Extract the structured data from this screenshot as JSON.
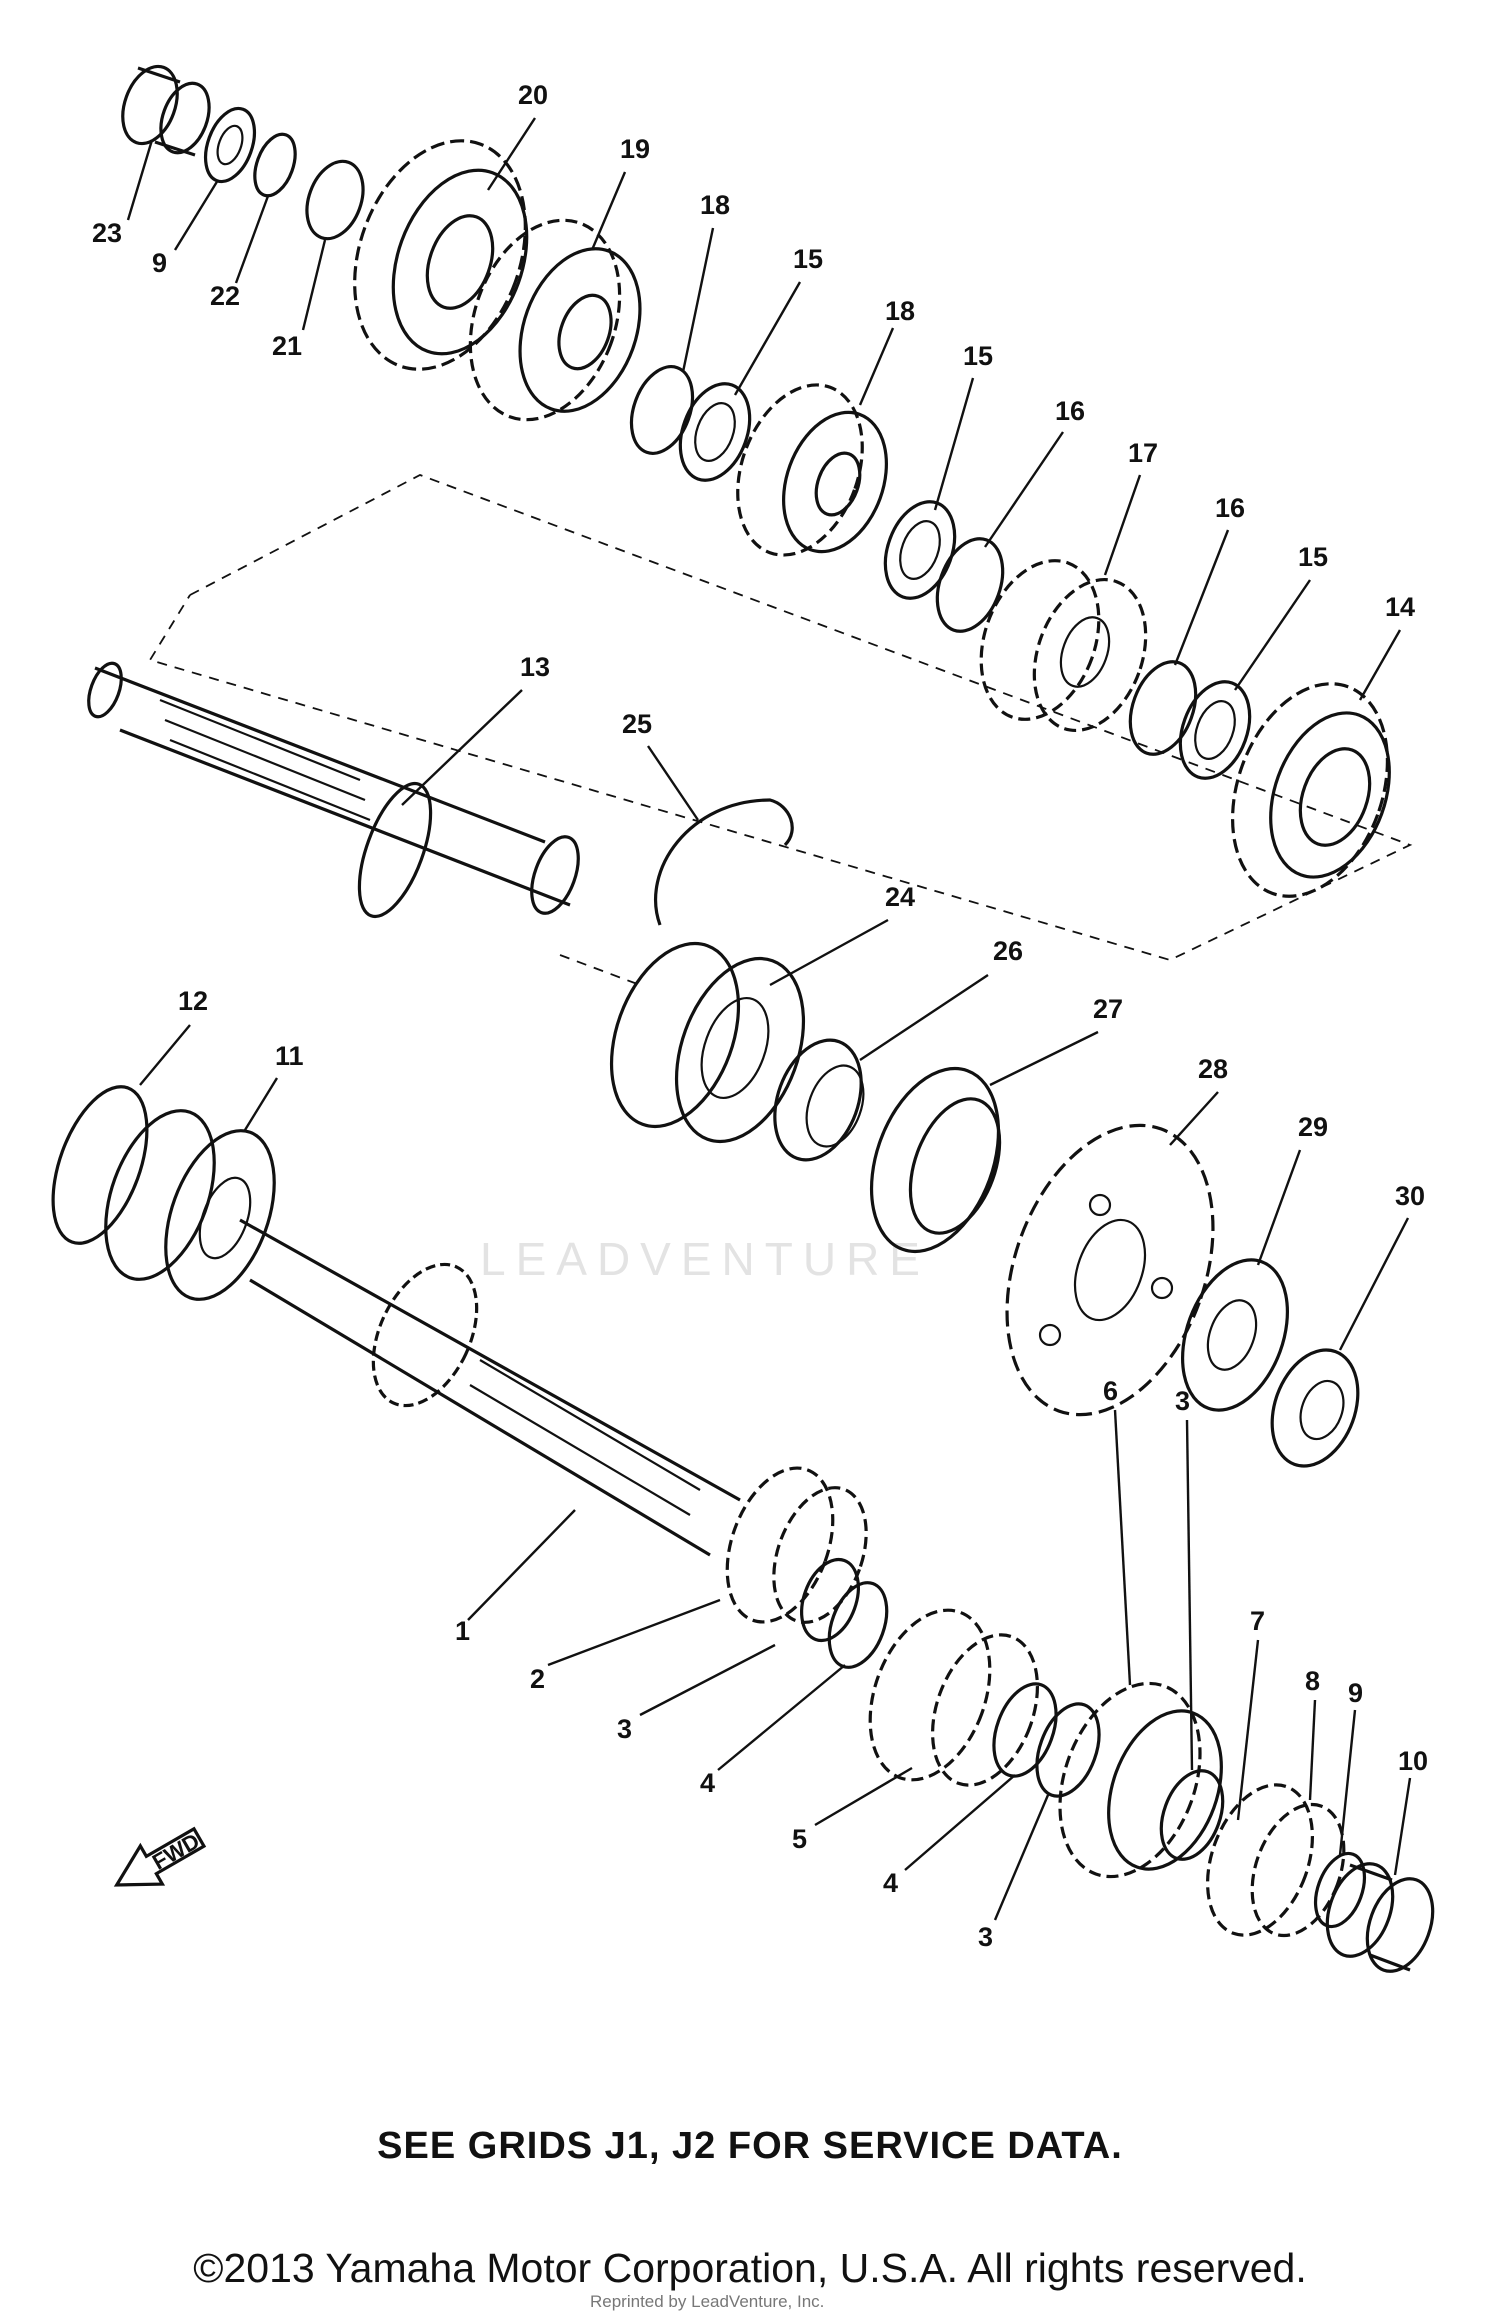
{
  "diagram": {
    "callouts": [
      "23",
      "9",
      "22",
      "21",
      "20",
      "19",
      "18",
      "15",
      "18",
      "15",
      "16",
      "17",
      "16",
      "15",
      "14",
      "13",
      "25",
      "24",
      "26",
      "27",
      "28",
      "29",
      "30",
      "12",
      "11",
      "1",
      "2",
      "3",
      "4",
      "5",
      "4",
      "3",
      "6",
      "3",
      "7",
      "8",
      "9",
      "10"
    ],
    "direction_marker": "FWD",
    "watermark": "LEADVENTURE",
    "reprint_note": "Reprinted by LeadVenture, Inc."
  },
  "footer": {
    "service_note": "SEE GRIDS J1, J2 FOR SERVICE DATA.",
    "copyright": "©2013 Yamaha Motor Corporation, U.S.A. All rights reserved."
  },
  "colors": {
    "ink": "#111111",
    "background": "#ffffff",
    "watermark": "#e3e3e3"
  }
}
